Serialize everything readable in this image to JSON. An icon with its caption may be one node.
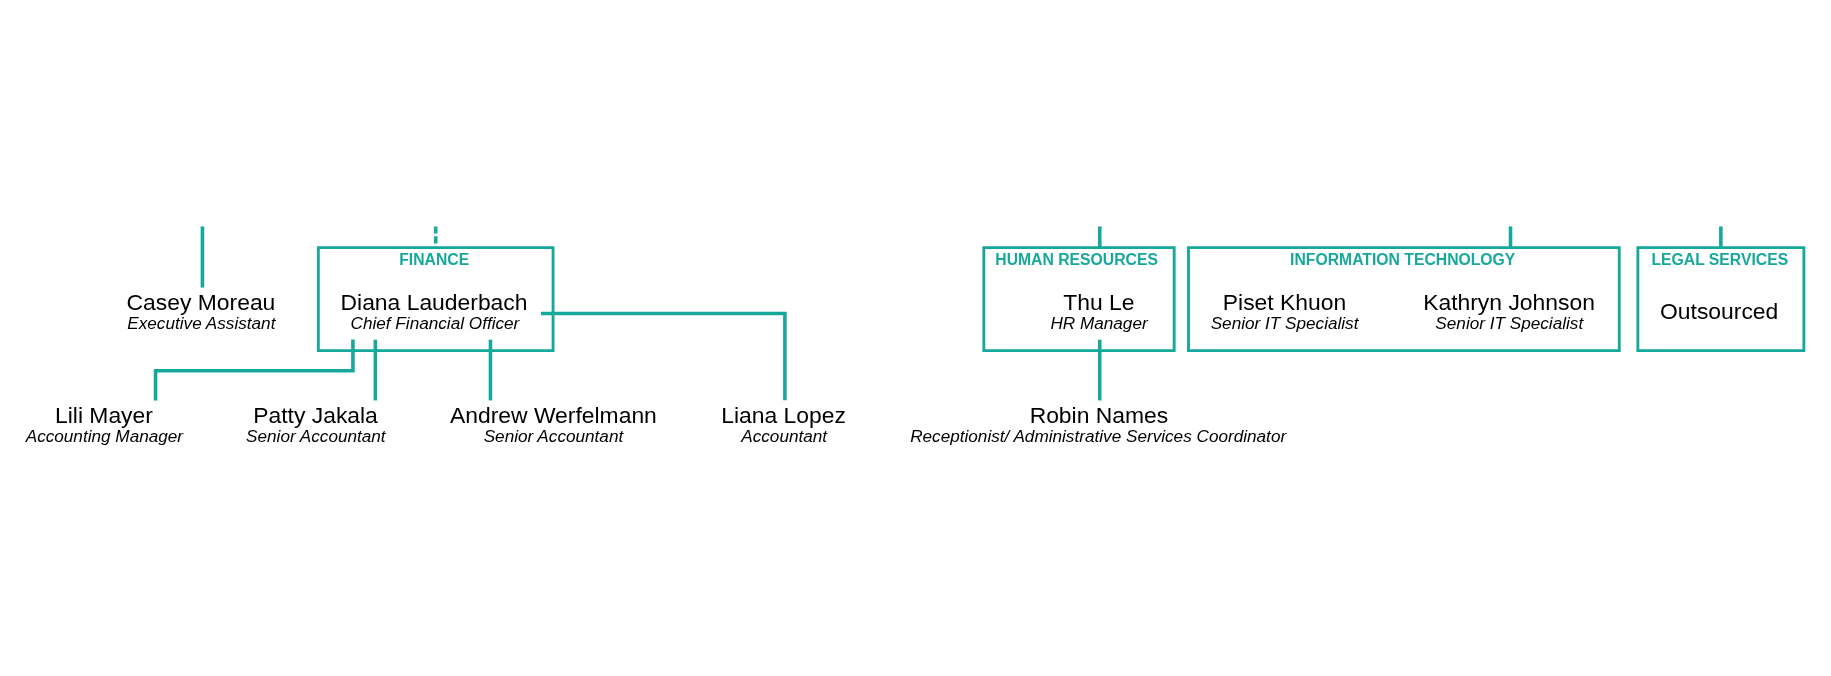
{
  "diagram": {
    "nodes": [
      {
        "text": [
          "Casey Moreau",
          "Executive Assistant"
        ]
      },
      {
        "text": [
          "FINANCE"
        ]
      },
      {
        "text": [
          "Diana Lauderbach",
          "Chief Financial Officer"
        ],
        "in": 1
      },
      {
        "text": [
          "HUMAN RESOURCES"
        ]
      },
      {
        "text": [
          "Thu Le",
          "HR Manager"
        ],
        "in": 3
      },
      {
        "text": [
          "INFORMATION TECHNOLOGY"
        ]
      },
      {
        "text": [
          "Kathryn Johnson",
          "Senior IT Specialist"
        ],
        "in": 5
      },
      {
        "text": [
          "Piset Khuon",
          "Senior IT Specialist"
        ],
        "in": 5
      },
      {
        "text": [
          "LEGAL SERVICES"
        ]
      },
      {
        "text": [
          "Outsourced"
        ],
        "in": 8
      },
      {
        "text": [
          "Lili Mayer",
          "Accounting Manager"
        ]
      },
      {
        "text": [
          "Patty Jakala",
          "Senior Accountant"
        ]
      },
      {
        "text": [
          "Andrew Werfelmann",
          "Senior Accountant"
        ]
      },
      {
        "text": [
          "Liana Lopez",
          "Accountant"
        ]
      },
      {
        "text": [
          "Robin Names",
          "Receptionist/ Administrative Services Coordinator"
        ]
      }
    ],
    "edges": [
      {
        "from": null,
        "to": 0,
        "arrow": "none"
      },
      {
        "from": null,
        "to": 1,
        "arrow": "none",
        "style": "dashed"
      },
      {
        "from": null,
        "to": 3,
        "arrow": "none"
      },
      {
        "from": null,
        "to": 5,
        "arrow": "none"
      },
      {
        "from": null,
        "to": 8,
        "arrow": "none"
      },
      {
        "from": 2,
        "to": 10,
        "arrow": "none"
      },
      {
        "from": 2,
        "to": 11,
        "arrow": "none"
      },
      {
        "from": 2,
        "to": 12,
        "arrow": "none"
      },
      {
        "from": 2,
        "to": 13,
        "arrow": "none"
      },
      {
        "from": 4,
        "to": 14,
        "arrow": "none"
      }
    ]
  }
}
